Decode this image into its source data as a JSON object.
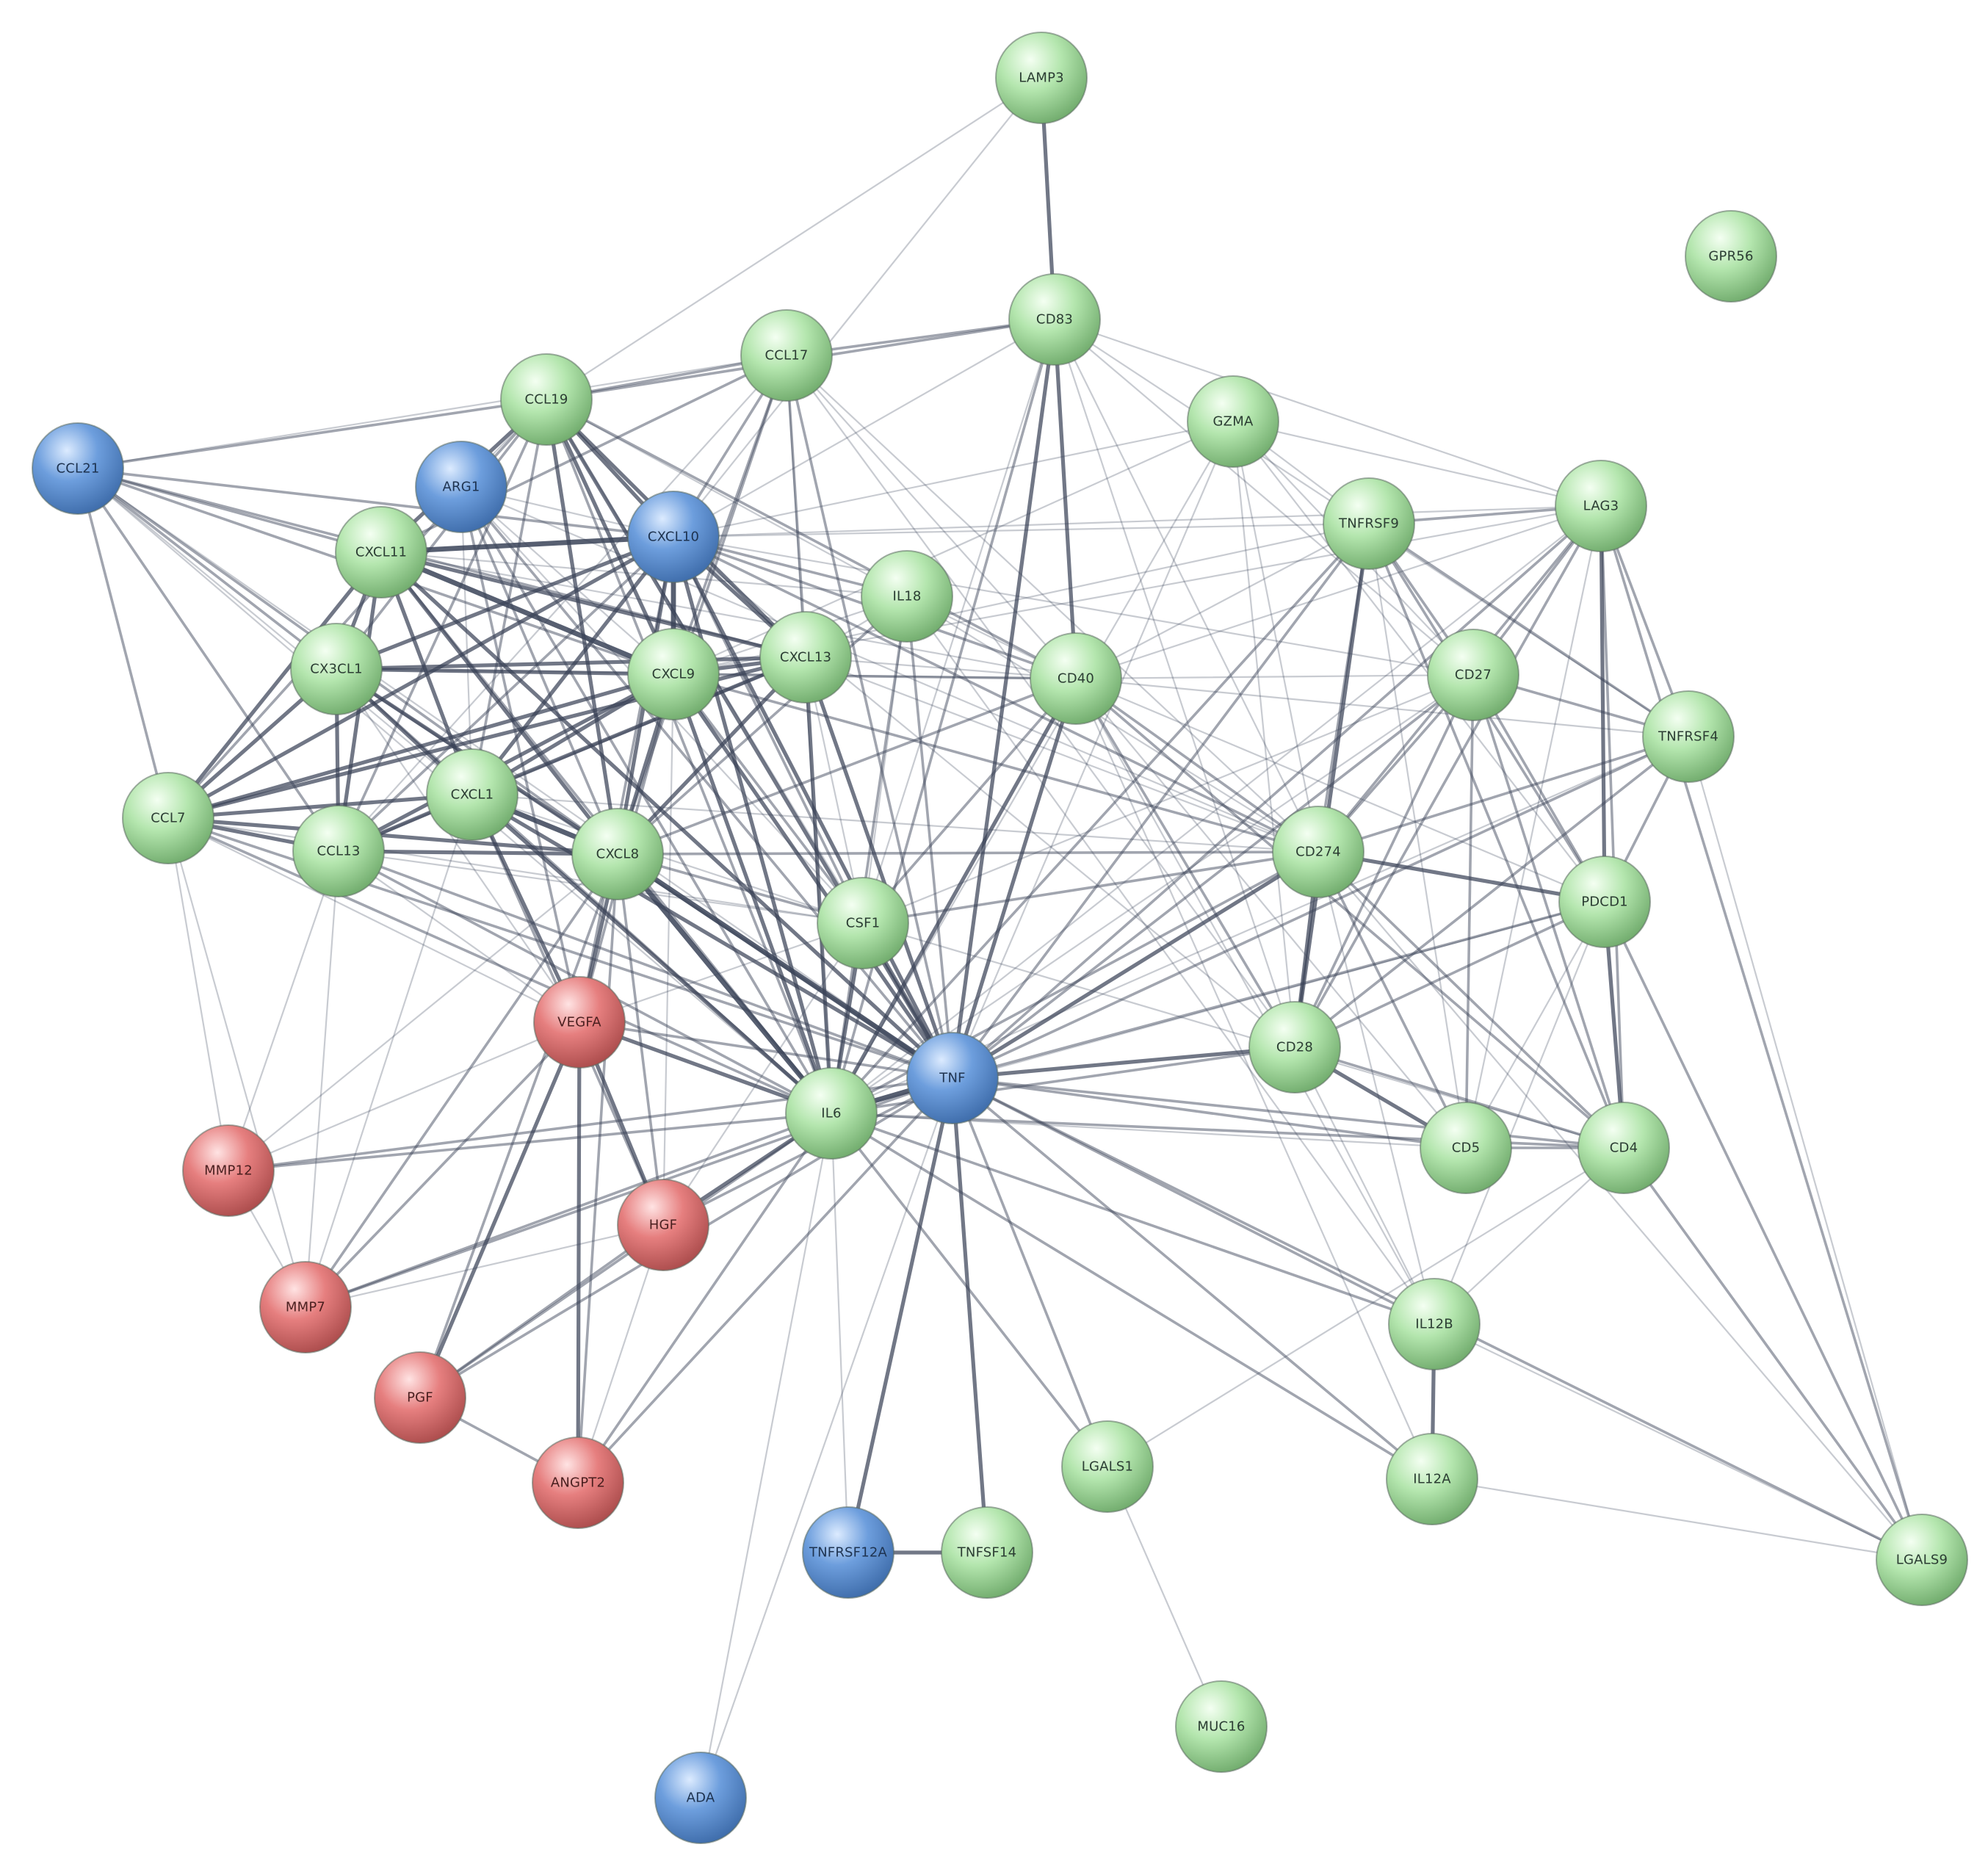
{
  "colors": {
    "green": "#b4e6ae",
    "blue": "#6d9edd",
    "red": "#e67f7f",
    "edge": "#3a4358",
    "background": "#ffffff"
  },
  "nodes": [
    {
      "id": "LAMP3",
      "label": "LAMP3",
      "group": "green"
    },
    {
      "id": "GPR56",
      "label": "GPR56",
      "group": "green"
    },
    {
      "id": "CD83",
      "label": "CD83",
      "group": "green"
    },
    {
      "id": "CCL17",
      "label": "CCL17",
      "group": "green"
    },
    {
      "id": "CCL19",
      "label": "CCL19",
      "group": "green"
    },
    {
      "id": "GZMA",
      "label": "GZMA",
      "group": "green"
    },
    {
      "id": "CCL21",
      "label": "CCL21",
      "group": "blue"
    },
    {
      "id": "ARG1",
      "label": "ARG1",
      "group": "blue"
    },
    {
      "id": "TNFRSF9",
      "label": "TNFRSF9",
      "group": "green"
    },
    {
      "id": "LAG3",
      "label": "LAG3",
      "group": "green"
    },
    {
      "id": "CXCL11",
      "label": "CXCL11",
      "group": "green"
    },
    {
      "id": "CXCL10",
      "label": "CXCL10",
      "group": "blue"
    },
    {
      "id": "IL18",
      "label": "IL18",
      "group": "green"
    },
    {
      "id": "CX3CL1",
      "label": "CX3CL1",
      "group": "green"
    },
    {
      "id": "CXCL9",
      "label": "CXCL9",
      "group": "green"
    },
    {
      "id": "CXCL13",
      "label": "CXCL13",
      "group": "green"
    },
    {
      "id": "CD40",
      "label": "CD40",
      "group": "green"
    },
    {
      "id": "CD27",
      "label": "CD27",
      "group": "green"
    },
    {
      "id": "TNFRSF4",
      "label": "TNFRSF4",
      "group": "green"
    },
    {
      "id": "CCL7",
      "label": "CCL7",
      "group": "green"
    },
    {
      "id": "CXCL1",
      "label": "CXCL1",
      "group": "green"
    },
    {
      "id": "CCL13",
      "label": "CCL13",
      "group": "green"
    },
    {
      "id": "CXCL8",
      "label": "CXCL8",
      "group": "green"
    },
    {
      "id": "CD274",
      "label": "CD274",
      "group": "green"
    },
    {
      "id": "CSF1",
      "label": "CSF1",
      "group": "green"
    },
    {
      "id": "PDCD1",
      "label": "PDCD1",
      "group": "green"
    },
    {
      "id": "VEGFA",
      "label": "VEGFA",
      "group": "red"
    },
    {
      "id": "CD28",
      "label": "CD28",
      "group": "green"
    },
    {
      "id": "TNF",
      "label": "TNF",
      "group": "blue"
    },
    {
      "id": "IL6",
      "label": "IL6",
      "group": "green"
    },
    {
      "id": "CD5",
      "label": "CD5",
      "group": "green"
    },
    {
      "id": "CD4",
      "label": "CD4",
      "group": "green"
    },
    {
      "id": "MMP12",
      "label": "MMP12",
      "group": "red"
    },
    {
      "id": "HGF",
      "label": "HGF",
      "group": "red"
    },
    {
      "id": "MMP7",
      "label": "MMP7",
      "group": "red"
    },
    {
      "id": "IL12B",
      "label": "IL12B",
      "group": "green"
    },
    {
      "id": "PGF",
      "label": "PGF",
      "group": "red"
    },
    {
      "id": "LGALS1",
      "label": "LGALS1",
      "group": "green"
    },
    {
      "id": "IL12A",
      "label": "IL12A",
      "group": "green"
    },
    {
      "id": "ANGPT2",
      "label": "ANGPT2",
      "group": "red"
    },
    {
      "id": "TNFRSF12A",
      "label": "TNFRSF12A",
      "group": "blue"
    },
    {
      "id": "TNFSF14",
      "label": "TNFSF14",
      "group": "green"
    },
    {
      "id": "LGALS9",
      "label": "LGALS9",
      "group": "green"
    },
    {
      "id": "MUC16",
      "label": "MUC16",
      "group": "green"
    },
    {
      "id": "ADA",
      "label": "ADA",
      "group": "blue"
    }
  ],
  "edges": [
    [
      "LAMP3",
      "CD83",
      3
    ],
    [
      "LAMP3",
      "CCL19",
      1
    ],
    [
      "LAMP3",
      "CXCL10",
      1
    ],
    [
      "CD83",
      "CCL17",
      2
    ],
    [
      "CD83",
      "CCL19",
      2
    ],
    [
      "CD83",
      "CD40",
      3
    ],
    [
      "CD83",
      "TNF",
      3
    ],
    [
      "CD83",
      "CD274",
      1
    ],
    [
      "CD83",
      "IL6",
      2
    ],
    [
      "CD83",
      "LAG3",
      1
    ],
    [
      "CD83",
      "CD28",
      1
    ],
    [
      "CD83",
      "CXCL10",
      1
    ],
    [
      "CD83",
      "CD27",
      1
    ],
    [
      "CD83",
      "TNFRSF4",
      1
    ],
    [
      "CD83",
      "CSF1",
      1
    ],
    [
      "CCL17",
      "CCL19",
      2
    ],
    [
      "CCL17",
      "CCL21",
      1
    ],
    [
      "CCL17",
      "CXCL10",
      2
    ],
    [
      "CCL17",
      "CXCL9",
      2
    ],
    [
      "CCL17",
      "CXCL13",
      2
    ],
    [
      "CCL17",
      "CXCL11",
      2
    ],
    [
      "CCL17",
      "TNF",
      2
    ],
    [
      "CCL17",
      "IL6",
      1
    ],
    [
      "CCL17",
      "CD40",
      1
    ],
    [
      "CCL17",
      "CXCL8",
      2
    ],
    [
      "CCL17",
      "CCL13",
      1
    ],
    [
      "CCL17",
      "CD274",
      1
    ],
    [
      "CCL17",
      "CD28",
      1
    ],
    [
      "CCL19",
      "CCL21",
      2
    ],
    [
      "CCL19",
      "CXCL10",
      3
    ],
    [
      "CCL19",
      "CXCL9",
      3
    ],
    [
      "CCL19",
      "CXCL11",
      3
    ],
    [
      "CCL19",
      "CXCL13",
      3
    ],
    [
      "CCL19",
      "CX3CL1",
      2
    ],
    [
      "CCL19",
      "CXCL8",
      3
    ],
    [
      "CCL19",
      "CCL7",
      2
    ],
    [
      "CCL19",
      "CCL13",
      2
    ],
    [
      "CCL19",
      "CXCL1",
      2
    ],
    [
      "CCL19",
      "TNF",
      3
    ],
    [
      "CCL19",
      "IL6",
      2
    ],
    [
      "CCL19",
      "CD40",
      2
    ],
    [
      "CCL19",
      "ARG1",
      1
    ],
    [
      "CCL19",
      "IL18",
      1
    ],
    [
      "CCL19",
      "CSF1",
      1
    ],
    [
      "CCL21",
      "CXCL10",
      2
    ],
    [
      "CCL21",
      "CXCL11",
      2
    ],
    [
      "CCL21",
      "CXCL9",
      2
    ],
    [
      "CCL21",
      "CXCL13",
      2
    ],
    [
      "CCL21",
      "CX3CL1",
      2
    ],
    [
      "CCL21",
      "CCL7",
      2
    ],
    [
      "CCL21",
      "CXCL8",
      2
    ],
    [
      "CCL21",
      "CCL13",
      2
    ],
    [
      "CCL21",
      "TNF",
      1
    ],
    [
      "CCL21",
      "IL6",
      1
    ],
    [
      "CCL21",
      "CXCL1",
      1
    ],
    [
      "GZMA",
      "TNF",
      1
    ],
    [
      "GZMA",
      "LAG3",
      1
    ],
    [
      "GZMA",
      "CD274",
      1
    ],
    [
      "GZMA",
      "CXCL9",
      1
    ],
    [
      "GZMA",
      "CXCL10",
      1
    ],
    [
      "GZMA",
      "IL6",
      1
    ],
    [
      "GZMA",
      "CD28",
      1
    ],
    [
      "GZMA",
      "TNFRSF9",
      1
    ],
    [
      "GZMA",
      "PDCD1",
      1
    ],
    [
      "GZMA",
      "CD27",
      1
    ],
    [
      "ARG1",
      "CXCL10",
      1
    ],
    [
      "ARG1",
      "TNF",
      2
    ],
    [
      "ARG1",
      "IL6",
      2
    ],
    [
      "ARG1",
      "CXCL8",
      2
    ],
    [
      "ARG1",
      "CXCL9",
      1
    ],
    [
      "ARG1",
      "CXCL1",
      1
    ],
    [
      "ARG1",
      "VEGFA",
      2
    ],
    [
      "ARG1",
      "CD274",
      1
    ],
    [
      "ARG1",
      "CSF1",
      1
    ],
    [
      "CXCL10",
      "CXCL9",
      4
    ],
    [
      "CXCL10",
      "CXCL11",
      4
    ],
    [
      "CXCL10",
      "CXCL13",
      3
    ],
    [
      "CXCL10",
      "CX3CL1",
      3
    ],
    [
      "CXCL10",
      "CXCL8",
      3
    ],
    [
      "CXCL10",
      "CCL7",
      3
    ],
    [
      "CXCL10",
      "CCL13",
      2
    ],
    [
      "CXCL10",
      "CXCL1",
      3
    ],
    [
      "CXCL10",
      "TNF",
      3
    ],
    [
      "CXCL10",
      "IL6",
      3
    ],
    [
      "CXCL10",
      "IL18",
      2
    ],
    [
      "CXCL10",
      "CD274",
      2
    ],
    [
      "CXCL10",
      "CD40",
      2
    ],
    [
      "CXCL10",
      "LAG3",
      1
    ],
    [
      "CXCL10",
      "CD27",
      1
    ],
    [
      "CXCL10",
      "TNFRSF9",
      1
    ],
    [
      "CXCL10",
      "CSF1",
      2
    ],
    [
      "CXCL10",
      "VEGFA",
      2
    ],
    [
      "CXCL10",
      "CD28",
      1
    ],
    [
      "CXCL11",
      "CXCL9",
      4
    ],
    [
      "CXCL11",
      "CXCL13",
      3
    ],
    [
      "CXCL11",
      "CX3CL1",
      3
    ],
    [
      "CXCL11",
      "CXCL8",
      3
    ],
    [
      "CXCL11",
      "CCL7",
      3
    ],
    [
      "CXCL11",
      "CCL13",
      3
    ],
    [
      "CXCL11",
      "CXCL1",
      3
    ],
    [
      "CXCL11",
      "TNF",
      3
    ],
    [
      "CXCL11",
      "IL6",
      2
    ],
    [
      "CXCL11",
      "CD40",
      1
    ],
    [
      "CXCL11",
      "IL18",
      1
    ],
    [
      "IL18",
      "TNF",
      2
    ],
    [
      "IL18",
      "IL6",
      2
    ],
    [
      "IL18",
      "CXCL9",
      1
    ],
    [
      "IL18",
      "CXCL8",
      2
    ],
    [
      "IL18",
      "CD40",
      1
    ],
    [
      "IL18",
      "IL12B",
      1
    ],
    [
      "IL18",
      "CD274",
      1
    ],
    [
      "IL18",
      "CSF1",
      1
    ],
    [
      "CX3CL1",
      "CXCL9",
      3
    ],
    [
      "CX3CL1",
      "CXCL13",
      3
    ],
    [
      "CX3CL1",
      "CXCL8",
      3
    ],
    [
      "CX3CL1",
      "CCL7",
      3
    ],
    [
      "CX3CL1",
      "CCL13",
      3
    ],
    [
      "CX3CL1",
      "CXCL1",
      3
    ],
    [
      "CX3CL1",
      "TNF",
      2
    ],
    [
      "CX3CL1",
      "IL6",
      2
    ],
    [
      "CX3CL1",
      "CD40",
      1
    ],
    [
      "CX3CL1",
      "VEGFA",
      1
    ],
    [
      "CXCL9",
      "CXCL13",
      3
    ],
    [
      "CXCL9",
      "CXCL8",
      3
    ],
    [
      "CXCL9",
      "CCL7",
      3
    ],
    [
      "CXCL9",
      "CCL13",
      3
    ],
    [
      "CXCL9",
      "CXCL1",
      3
    ],
    [
      "CXCL9",
      "TNF",
      3
    ],
    [
      "CXCL9",
      "IL6",
      3
    ],
    [
      "CXCL9",
      "CD274",
      2
    ],
    [
      "CXCL9",
      "CD40",
      2
    ],
    [
      "CXCL9",
      "VEGFA",
      2
    ],
    [
      "CXCL9",
      "HGF",
      1
    ],
    [
      "CXCL9",
      "CSF1",
      2
    ],
    [
      "CXCL13",
      "CXCL8",
      3
    ],
    [
      "CXCL13",
      "CCL7",
      3
    ],
    [
      "CXCL13",
      "CCL13",
      2
    ],
    [
      "CXCL13",
      "CXCL1",
      3
    ],
    [
      "CXCL13",
      "TNF",
      3
    ],
    [
      "CXCL13",
      "IL6",
      3
    ],
    [
      "CXCL13",
      "CD40",
      1
    ],
    [
      "CXCL13",
      "CSF1",
      1
    ],
    [
      "CXCL13",
      "CD274",
      1
    ],
    [
      "CXCL13",
      "IL18",
      1
    ],
    [
      "CD40",
      "TNF",
      3
    ],
    [
      "CD40",
      "IL6",
      3
    ],
    [
      "CD40",
      "CD274",
      2
    ],
    [
      "CD40",
      "CD28",
      2
    ],
    [
      "CD40",
      "CD27",
      1
    ],
    [
      "CD40",
      "TNFRSF4",
      1
    ],
    [
      "CD40",
      "TNFRSF9",
      1
    ],
    [
      "CD40",
      "CD4",
      2
    ],
    [
      "CD40",
      "PDCD1",
      1
    ],
    [
      "CD40",
      "IL12B",
      1
    ],
    [
      "CD40",
      "IL12A",
      1
    ],
    [
      "CD40",
      "CSF1",
      2
    ],
    [
      "CD40",
      "CD5",
      1
    ],
    [
      "CD40",
      "LAG3",
      1
    ],
    [
      "CD27",
      "TNF",
      2
    ],
    [
      "CD27",
      "CD274",
      2
    ],
    [
      "CD27",
      "CD28",
      2
    ],
    [
      "CD27",
      "TNFRSF4",
      2
    ],
    [
      "CD27",
      "TNFRSF9",
      2
    ],
    [
      "CD27",
      "PDCD1",
      2
    ],
    [
      "CD27",
      "CD4",
      2
    ],
    [
      "CD27",
      "LAG3",
      2
    ],
    [
      "CD27",
      "CD5",
      2
    ],
    [
      "CD27",
      "IL6",
      1
    ],
    [
      "CD27",
      "CSF1",
      1
    ],
    [
      "TNFRSF4",
      "TNF",
      2
    ],
    [
      "TNFRSF4",
      "CD274",
      2
    ],
    [
      "TNFRSF4",
      "CD28",
      2
    ],
    [
      "TNFRSF4",
      "TNFRSF9",
      2
    ],
    [
      "TNFRSF4",
      "PDCD1",
      2
    ],
    [
      "TNFRSF4",
      "LAG3",
      2
    ],
    [
      "TNFRSF4",
      "LGALS9",
      1
    ],
    [
      "TNFRSF4",
      "IL6",
      1
    ],
    [
      "TNFRSF9",
      "TNF",
      2
    ],
    [
      "TNFRSF9",
      "CD274",
      2
    ],
    [
      "TNFRSF9",
      "CD28",
      3
    ],
    [
      "TNFRSF9",
      "PDCD1",
      2
    ],
    [
      "TNFRSF9",
      "LAG3",
      2
    ],
    [
      "TNFRSF9",
      "CD4",
      2
    ],
    [
      "TNFRSF9",
      "IL6",
      2
    ],
    [
      "TNFRSF9",
      "CD5",
      1
    ],
    [
      "TNFRSF9",
      "CXCL9",
      1
    ],
    [
      "LAG3",
      "TNF",
      2
    ],
    [
      "LAG3",
      "CD274",
      2
    ],
    [
      "LAG3",
      "CD28",
      2
    ],
    [
      "LAG3",
      "PDCD1",
      3
    ],
    [
      "LAG3",
      "CD4",
      2
    ],
    [
      "LAG3",
      "LGALS9",
      2
    ],
    [
      "LAG3",
      "CXCL9",
      1
    ],
    [
      "LAG3",
      "CD5",
      1
    ],
    [
      "LAG3",
      "IL6",
      1
    ],
    [
      "CCL7",
      "CXCL8",
      3
    ],
    [
      "CCL7",
      "CCL13",
      3
    ],
    [
      "CCL7",
      "CXCL1",
      3
    ],
    [
      "CCL7",
      "TNF",
      2
    ],
    [
      "CCL7",
      "IL6",
      2
    ],
    [
      "CCL7",
      "MMP12",
      1
    ],
    [
      "CCL7",
      "MMP7",
      1
    ],
    [
      "CCL7",
      "VEGFA",
      1
    ],
    [
      "CCL7",
      "CSF1",
      1
    ],
    [
      "CXCL1",
      "CXCL8",
      4
    ],
    [
      "CXCL1",
      "CCL13",
      3
    ],
    [
      "CXCL1",
      "TNF",
      3
    ],
    [
      "CXCL1",
      "IL6",
      3
    ],
    [
      "CXCL1",
      "VEGFA",
      3
    ],
    [
      "CXCL1",
      "HGF",
      2
    ],
    [
      "CXCL1",
      "MMP7",
      1
    ],
    [
      "CXCL1",
      "CD274",
      1
    ],
    [
      "CXCL1",
      "CSF1",
      1
    ],
    [
      "CCL13",
      "CXCL8",
      3
    ],
    [
      "CCL13",
      "TNF",
      2
    ],
    [
      "CCL13",
      "IL6",
      2
    ],
    [
      "CCL13",
      "MMP12",
      1
    ],
    [
      "CCL13",
      "MMP7",
      1
    ],
    [
      "CCL13",
      "VEGFA",
      1
    ],
    [
      "CCL13",
      "CSF1",
      1
    ],
    [
      "CXCL8",
      "TNF",
      4
    ],
    [
      "CXCL8",
      "IL6",
      4
    ],
    [
      "CXCL8",
      "VEGFA",
      3
    ],
    [
      "CXCL8",
      "HGF",
      2
    ],
    [
      "CXCL8",
      "CSF1",
      2
    ],
    [
      "CXCL8",
      "PGF",
      2
    ],
    [
      "CXCL8",
      "ANGPT2",
      2
    ],
    [
      "CXCL8",
      "CD274",
      2
    ],
    [
      "CXCL8",
      "MMP12",
      1
    ],
    [
      "CXCL8",
      "MMP7",
      2
    ],
    [
      "CXCL8",
      "CD40",
      2
    ],
    [
      "CD274",
      "TNF",
      3
    ],
    [
      "CD274",
      "IL6",
      2
    ],
    [
      "CD274",
      "CD28",
      3
    ],
    [
      "CD274",
      "PDCD1",
      3
    ],
    [
      "CD274",
      "CD4",
      2
    ],
    [
      "CD274",
      "CD5",
      2
    ],
    [
      "CD274",
      "IL12B",
      1
    ],
    [
      "CD274",
      "LGALS9",
      1
    ],
    [
      "CD274",
      "CSF1",
      2
    ],
    [
      "CSF1",
      "TNF",
      3
    ],
    [
      "CSF1",
      "IL6",
      3
    ],
    [
      "CSF1",
      "VEGFA",
      1
    ],
    [
      "CSF1",
      "CD4",
      1
    ],
    [
      "CSF1",
      "HGF",
      1
    ],
    [
      "PDCD1",
      "TNF",
      2
    ],
    [
      "PDCD1",
      "CD28",
      2
    ],
    [
      "PDCD1",
      "CD4",
      3
    ],
    [
      "PDCD1",
      "CD5",
      1
    ],
    [
      "PDCD1",
      "LGALS9",
      2
    ],
    [
      "PDCD1",
      "IL12B",
      1
    ],
    [
      "PDCD1",
      "IL6",
      1
    ],
    [
      "VEGFA",
      "TNF",
      2
    ],
    [
      "VEGFA",
      "IL6",
      3
    ],
    [
      "VEGFA",
      "HGF",
      3
    ],
    [
      "VEGFA",
      "PGF",
      3
    ],
    [
      "VEGFA",
      "ANGPT2",
      3
    ],
    [
      "VEGFA",
      "MMP7",
      2
    ],
    [
      "VEGFA",
      "MMP12",
      1
    ],
    [
      "CD28",
      "TNF",
      3
    ],
    [
      "CD28",
      "IL6",
      2
    ],
    [
      "CD28",
      "CD4",
      2
    ],
    [
      "CD28",
      "CD5",
      3
    ],
    [
      "CD28",
      "IL12B",
      1
    ],
    [
      "TNF",
      "IL6",
      4
    ],
    [
      "TNF",
      "CD5",
      2
    ],
    [
      "TNF",
      "CD4",
      2
    ],
    [
      "TNF",
      "MMP12",
      2
    ],
    [
      "TNF",
      "HGF",
      2
    ],
    [
      "TNF",
      "MMP7",
      2
    ],
    [
      "TNF",
      "IL12B",
      2
    ],
    [
      "TNF",
      "PGF",
      2
    ],
    [
      "TNF",
      "LGALS1",
      2
    ],
    [
      "TNF",
      "IL12A",
      2
    ],
    [
      "TNF",
      "ANGPT2",
      2
    ],
    [
      "TNF",
      "TNFRSF12A",
      3
    ],
    [
      "TNF",
      "TNFSF14",
      3
    ],
    [
      "TNF",
      "LGALS9",
      2
    ],
    [
      "TNF",
      "ADA",
      1
    ],
    [
      "IL6",
      "CD5",
      1
    ],
    [
      "IL6",
      "CD4",
      2
    ],
    [
      "IL6",
      "MMP12",
      2
    ],
    [
      "IL6",
      "HGF",
      3
    ],
    [
      "IL6",
      "MMP7",
      2
    ],
    [
      "IL6",
      "IL12B",
      2
    ],
    [
      "IL6",
      "PGF",
      2
    ],
    [
      "IL6",
      "LGALS1",
      2
    ],
    [
      "IL6",
      "IL12A",
      2
    ],
    [
      "IL6",
      "ANGPT2",
      2
    ],
    [
      "IL6",
      "TNFRSF12A",
      1
    ],
    [
      "IL6",
      "ADA",
      1
    ],
    [
      "CD5",
      "CD4",
      2
    ],
    [
      "CD4",
      "LGALS9",
      2
    ],
    [
      "CD4",
      "IL12B",
      1
    ],
    [
      "CD4",
      "LGALS1",
      1
    ],
    [
      "MMP12",
      "MMP7",
      1
    ],
    [
      "HGF",
      "PGF",
      2
    ],
    [
      "HGF",
      "ANGPT2",
      1
    ],
    [
      "HGF",
      "MMP7",
      1
    ],
    [
      "IL12B",
      "IL12A",
      3
    ],
    [
      "IL12B",
      "LGALS9",
      1
    ],
    [
      "PGF",
      "ANGPT2",
      2
    ],
    [
      "LGALS1",
      "MUC16",
      1
    ],
    [
      "TNFRSF12A",
      "TNFSF14",
      3
    ],
    [
      "IL12A",
      "LGALS9",
      1
    ]
  ]
}
